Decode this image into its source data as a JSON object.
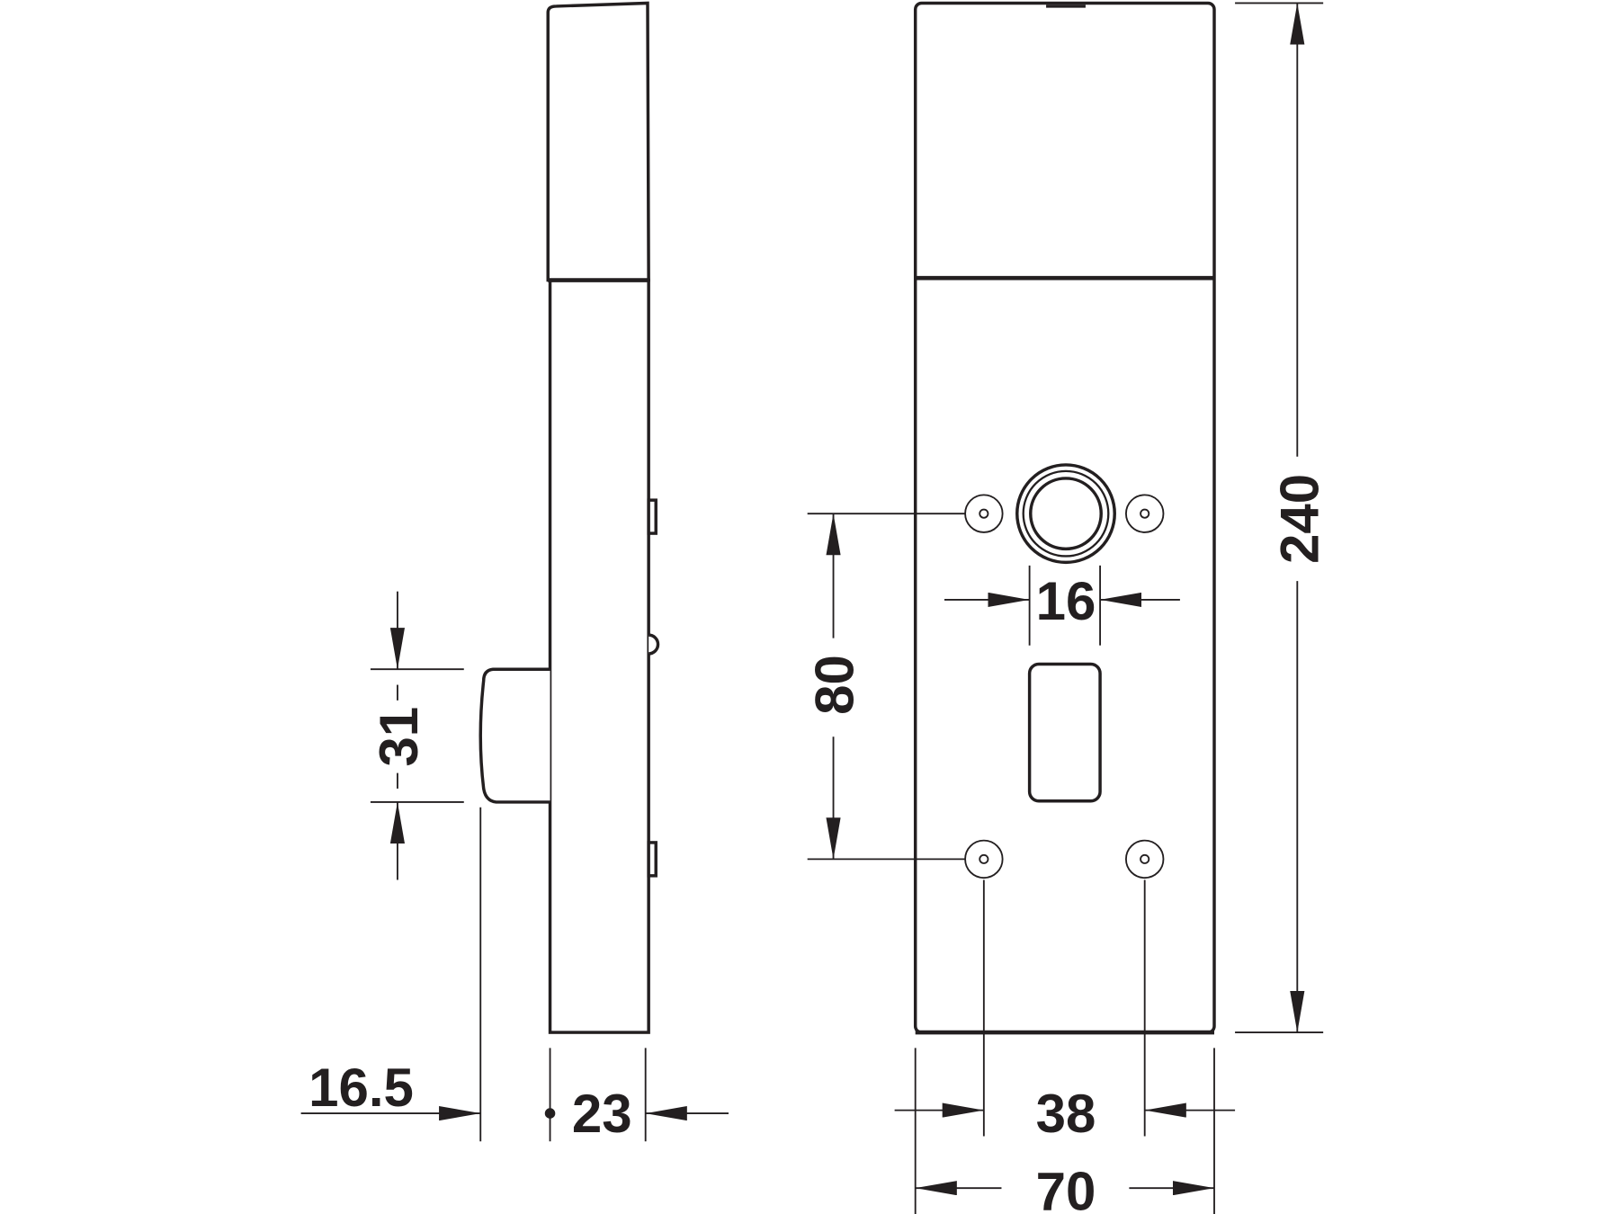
{
  "title": "Lock technical drawing with dimensions (mm)",
  "dimensions": {
    "knob_height": "31",
    "knob_projection": "16.5",
    "side_thickness": "23",
    "cylinder_diameter": "16",
    "screw_vertical_spacing": "80",
    "overall_height": "240",
    "screw_horizontal_spacing": "38",
    "overall_width": "70"
  },
  "colors": {
    "line": "#231f20",
    "background": "#ffffff"
  }
}
